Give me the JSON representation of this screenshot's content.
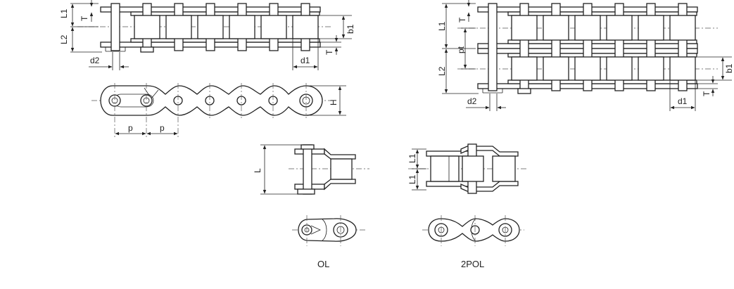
{
  "labels": {
    "l1": "L1",
    "l2": "L2",
    "t": "T",
    "b1": "b1",
    "d1": "d1",
    "d2": "d2",
    "h": "H",
    "p": "p",
    "pt": "pt",
    "l": "L",
    "ol": "OL",
    "pol2": "2POL"
  }
}
